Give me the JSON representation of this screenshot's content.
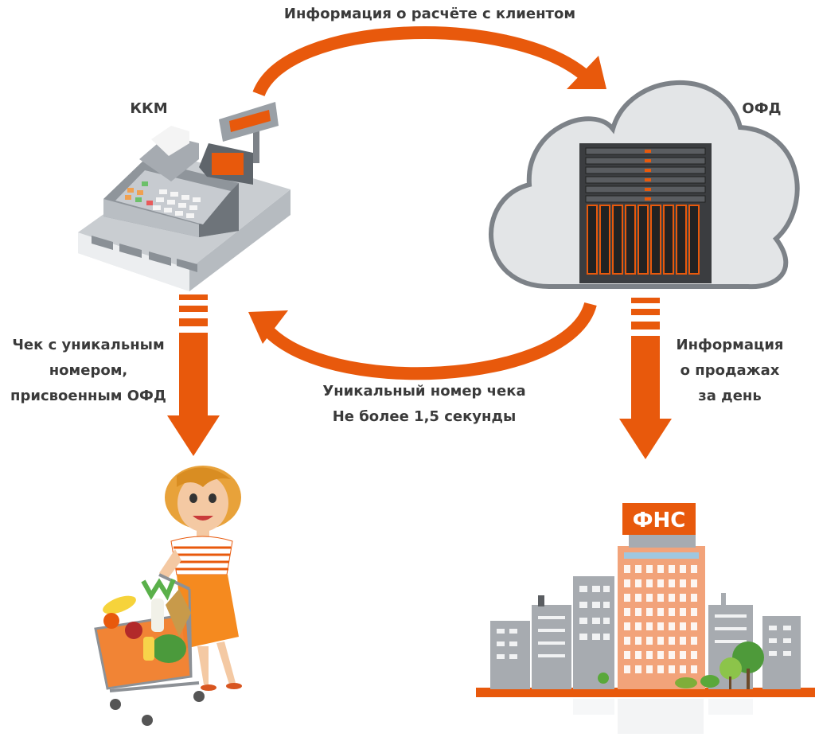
{
  "labels": {
    "top_flow": "Информация о расчёте с клиентом",
    "kkm": "ККМ",
    "ofd": "ОФД",
    "receipt": [
      "Чек с уникальным",
      "номером,",
      "присвоенным ОФД"
    ],
    "return_flow": [
      "Уникальный номер чека",
      "Не более 1,5 секунды"
    ],
    "daily_info": [
      "Информация",
      "о продажах",
      "за день"
    ]
  },
  "building_sign": "ФНС",
  "colors": {
    "accent": "#e8590c",
    "cloud_stroke": "#7d8288",
    "cloud_fill": "#e3e5e7",
    "server": "#3b3d40",
    "building_gray": "#a7abb0",
    "building_accent": "#f2a37a",
    "text": "#3a3a3a"
  },
  "icons": [
    "cash-register-icon",
    "cloud-server-icon",
    "shopper-icon",
    "building-icon"
  ]
}
